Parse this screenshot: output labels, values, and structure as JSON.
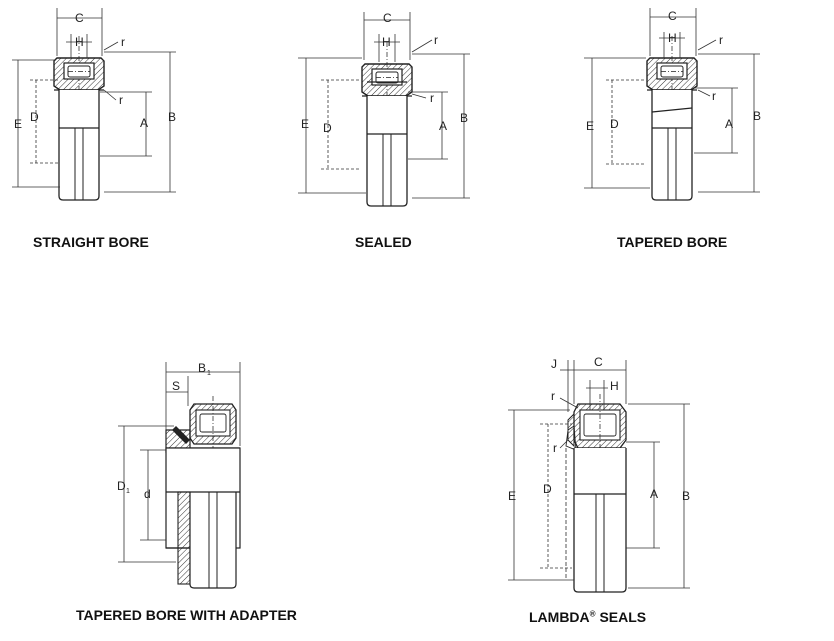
{
  "captions": {
    "straight_bore": "STRAIGHT BORE",
    "sealed": "SEALED",
    "tapered_bore": "TAPERED BORE",
    "tapered_bore_adapter": "TAPERED BORE WITH ADAPTER",
    "lambda_main": "LAMBDA",
    "lambda_reg": "®",
    "lambda_tail": " SEALS"
  },
  "labels": {
    "C": "C",
    "H": "H",
    "r": "r",
    "E": "E",
    "D": "D",
    "A": "A",
    "B": "B",
    "B1": "B",
    "one": "1",
    "S": "S",
    "D1": "D",
    "d": "d",
    "J": "J"
  }
}
